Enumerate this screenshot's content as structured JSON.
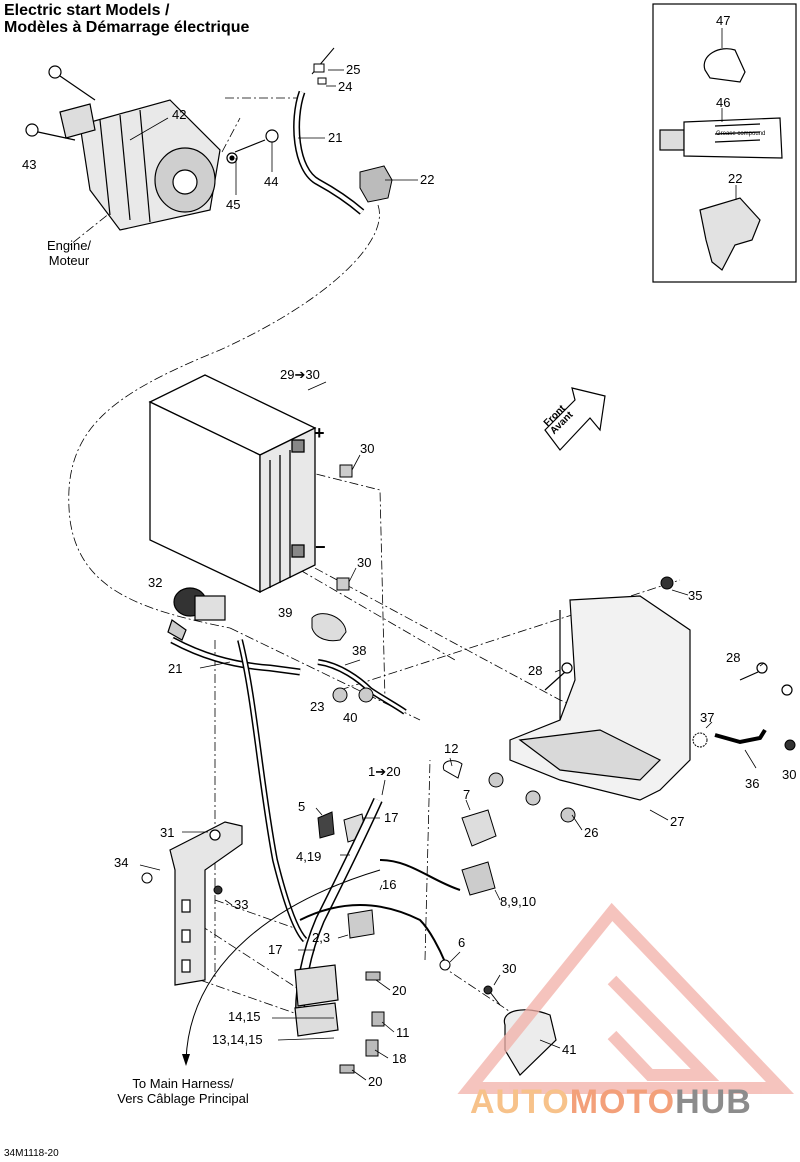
{
  "title": {
    "line1": "Electric start Models /",
    "line2": "Modèles à Démarrage électrique"
  },
  "notes": {
    "engine": [
      "Engine/",
      "Moteur"
    ],
    "harness": [
      "To Main Harness/",
      "Vers Câblage Principal"
    ],
    "front": [
      "Front",
      "Avant"
    ]
  },
  "battery_terminals": {
    "positive": "+",
    "negative": "−"
  },
  "tube_label": "Grease compound",
  "doc_code": "34M1118-20",
  "watermark": {
    "part1": "AUTO",
    "part2": "MOTO",
    "part3": "HUB"
  },
  "callouts": {
    "c47": "47",
    "c46": "46",
    "c22box": "22",
    "c25": "25",
    "c24": "24",
    "c42": "42",
    "c21top": "21",
    "c22": "22",
    "c43": "43",
    "c44": "44",
    "c45": "45",
    "c2930": "29➔30",
    "c30a": "30",
    "c30b": "30",
    "c32": "32",
    "c39": "39",
    "c38": "38",
    "c21": "21",
    "c23": "23",
    "c40": "40",
    "c35": "35",
    "c28a": "28",
    "c28b": "28",
    "c37": "37",
    "c36": "36",
    "c30c": "30",
    "c12": "12",
    "c7": "7",
    "c26": "26",
    "c27": "27",
    "c120": "1➔20",
    "c5": "5",
    "c17a": "17",
    "c419": "4,19",
    "c31": "31",
    "c34": "34",
    "c33": "33",
    "c16": "16",
    "c8910": "8,9,10",
    "c23b": "2,3",
    "c17b": "17",
    "c6": "6",
    "c30d": "30",
    "c20a": "20",
    "c1415": "14,15",
    "c11": "11",
    "c131415": "13,14,15",
    "c18": "18",
    "c20b": "20",
    "c41": "41"
  }
}
